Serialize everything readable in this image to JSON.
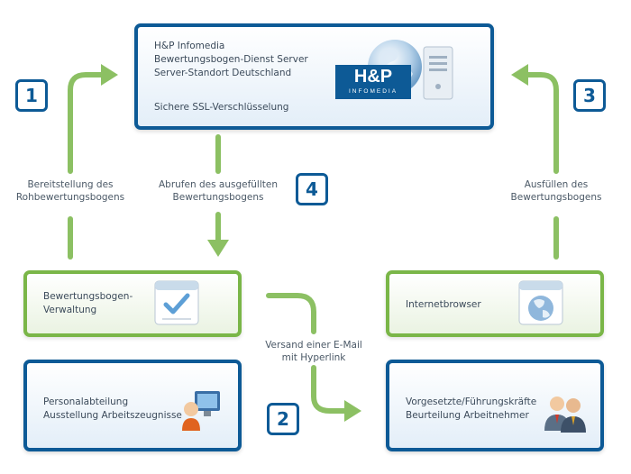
{
  "server": {
    "line1": "H&P Infomedia",
    "line2": "Bewertungsbogen-Dienst Server",
    "line3": "Server-Standort Deutschland",
    "line4": "Sichere SSL-Verschlüsselung",
    "logo_main": "H&P",
    "logo_sub": "INFOMEDIA"
  },
  "verwaltung": {
    "line1": "Bewertungsbogen-",
    "line2": "Verwaltung"
  },
  "browser": {
    "line1": "Internetbrowser"
  },
  "personal": {
    "line1": "Personalabteilung",
    "line2": "Ausstellung Arbeitszeugnisse"
  },
  "vorgesetzte": {
    "line1": "Vorgesetzte/Führungskräfte",
    "line2": "Beurteilung Arbeitnehmer"
  },
  "labels": {
    "step1_line1": "Bereitstellung des",
    "step1_line2": "Rohbewertungsbogens",
    "step4_line1": "Abrufen des ausgefüllten",
    "step4_line2": "Bewertungsbogens",
    "step3_line1": "Ausfüllen des",
    "step3_line2": "Bewertungsbogens",
    "step2_line1": "Versand einer E-Mail",
    "step2_line2": "mit Hyperlink"
  },
  "steps": {
    "n1": "1",
    "n2": "2",
    "n3": "3",
    "n4": "4"
  },
  "colors": {
    "blue": "#0d5a96",
    "green": "#7ab648"
  }
}
